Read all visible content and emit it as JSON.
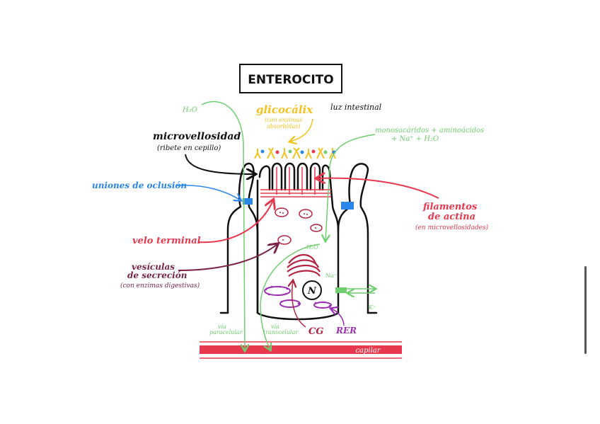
{
  "diagram": {
    "title": "ENTEROCITO",
    "lumen": "luz intestinal",
    "glycocalyx": {
      "label": "glicocálix",
      "note1": "(con enzimas",
      "note2": "absorbidas)"
    },
    "microvilli": {
      "label": "microvellosidad",
      "note": "(ribete en cepillo)"
    },
    "h2o_top": "H₂O",
    "monosaccharides": {
      "line1": "monosacáridos + aminoácidos",
      "line2": "+ Na⁺ + H₂O"
    },
    "tight_junctions": "uniones de oclusión",
    "actin": {
      "line1": "filamentos",
      "line2": "de actina",
      "note": "(en microvellosidades)"
    },
    "terminal_web": "velo terminal",
    "vesicles": {
      "line1": "vesículas",
      "line2": "de secreción",
      "note": "(con enzimas digestivas)"
    },
    "h2o_inner": "H₂O",
    "na_plus": "Na⁺",
    "k_plus": "K⁺",
    "nucleus": "N",
    "golgi": "CG",
    "rer": "RER",
    "paracellular": {
      "line1": "vía",
      "line2": "paracelular"
    },
    "transcellular": {
      "line1": "vía",
      "line2": "transcelular"
    },
    "capillary": "capilar"
  },
  "colors": {
    "outline": "#111111",
    "green": "#6fce6f",
    "yellow": "#f2c320",
    "red": "#e8384d",
    "blue": "#2a86e8",
    "maroon": "#7a2347",
    "purple": "#9b2fb0",
    "darkred": "#b2233f"
  },
  "icons": [
    "scrollbar-thumb"
  ]
}
